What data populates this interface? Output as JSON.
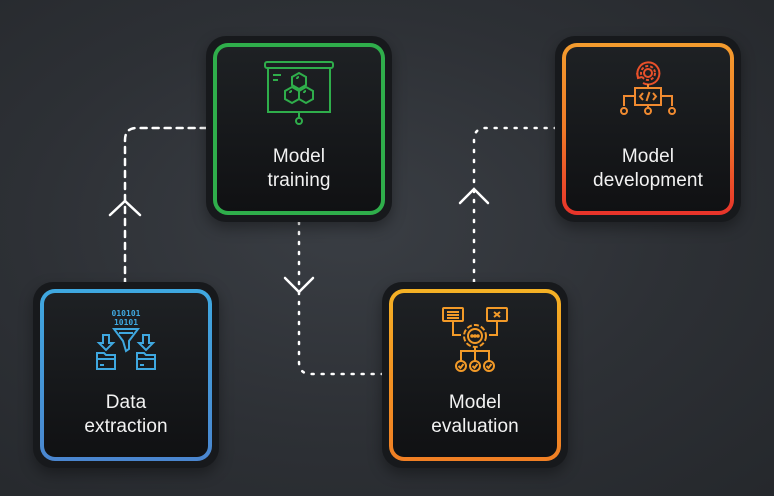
{
  "diagram": {
    "title": "",
    "nodes": [
      {
        "id": "data-extraction",
        "label_line1": "Data",
        "label_line2": "extraction",
        "icon": "funnel-data-icon",
        "color": "#3fa8e0"
      },
      {
        "id": "model-training",
        "label_line1": "Model",
        "label_line2": "training",
        "icon": "presentation-hexagons-icon",
        "color": "#2fae4b"
      },
      {
        "id": "model-evaluation",
        "label_line1": "Model",
        "label_line2": "evaluation",
        "icon": "gear-checklist-icon",
        "color": "#f29222"
      },
      {
        "id": "model-development",
        "label_line1": "Model",
        "label_line2": "development",
        "icon": "code-flow-icon",
        "color": "#f07a28"
      }
    ],
    "edges": [
      {
        "from": "data-extraction",
        "to": "model-training",
        "style": "dashed"
      },
      {
        "from": "model-training",
        "to": "model-evaluation",
        "style": "dashed"
      },
      {
        "from": "model-evaluation",
        "to": "model-development",
        "style": "dashed"
      }
    ],
    "colors": {
      "background": "#2d3035",
      "connector": "#ffffff",
      "label_text": "#f2f2f2"
    }
  }
}
